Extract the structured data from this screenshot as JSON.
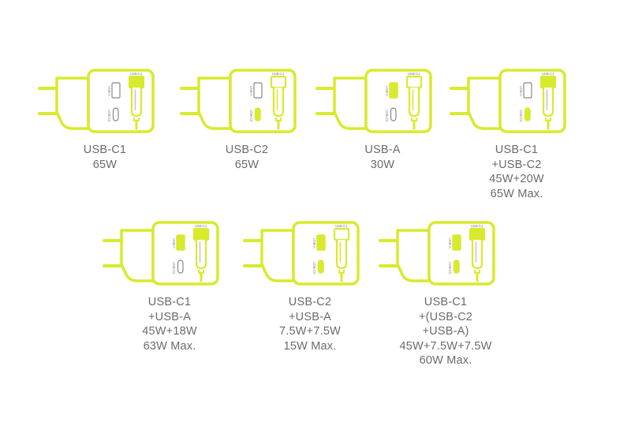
{
  "colors": {
    "accent": "#d8ea2c",
    "text": "#6b6b6b",
    "port_label": "#7a7a7a"
  },
  "port_labels": {
    "c1": "USB-C1",
    "a": "USB-A",
    "c2": "USB-C2"
  },
  "chargers": [
    {
      "id": "c1-only",
      "active": [
        "c1"
      ],
      "caption": [
        "USB-C1",
        "65W"
      ]
    },
    {
      "id": "c2-only",
      "active": [
        "c2"
      ],
      "caption": [
        "USB-C2",
        "65W"
      ]
    },
    {
      "id": "a-only",
      "active": [
        "a"
      ],
      "caption": [
        "USB-A",
        "30W"
      ]
    },
    {
      "id": "c1-c2",
      "active": [
        "c1",
        "c2"
      ],
      "caption": [
        "USB-C1",
        "+USB-C2",
        "45W+20W",
        "65W Max."
      ]
    },
    {
      "id": "c1-a",
      "active": [
        "c1",
        "a"
      ],
      "caption": [
        "USB-C1",
        "+USB-A",
        "45W+18W",
        "63W Max."
      ]
    },
    {
      "id": "c2-a",
      "active": [
        "c2",
        "a"
      ],
      "caption": [
        "USB-C2",
        "+USB-A",
        "7.5W+7.5W",
        "15W Max."
      ]
    },
    {
      "id": "c1-c2-a",
      "active": [
        "c1",
        "c2",
        "a"
      ],
      "caption": [
        "USB-C1",
        "+(USB-C2",
        "+USB-A)",
        "45W+7.5W+7.5W",
        "60W Max."
      ]
    }
  ]
}
